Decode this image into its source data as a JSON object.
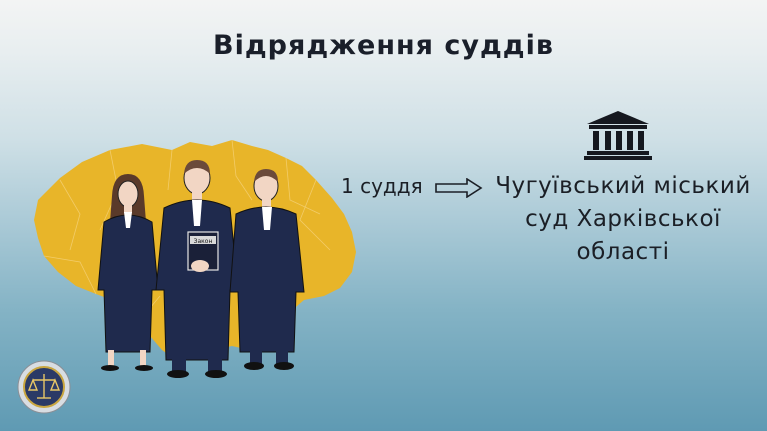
{
  "slide": {
    "title": "Відрядження суддів",
    "count_label": "1 суддя",
    "court_name": "Чугуївський міський\nсуд Харківської\nобласті",
    "book_label": "Закон",
    "icons": {
      "arrow": "arrow-right-outline-icon",
      "building": "courthouse-building-icon",
      "emblem": "judiciary-emblem-icon"
    },
    "colors": {
      "map_fill": "#e8b529",
      "robe": "#1f2a4d",
      "title_text": "#1a1f2a"
    }
  }
}
